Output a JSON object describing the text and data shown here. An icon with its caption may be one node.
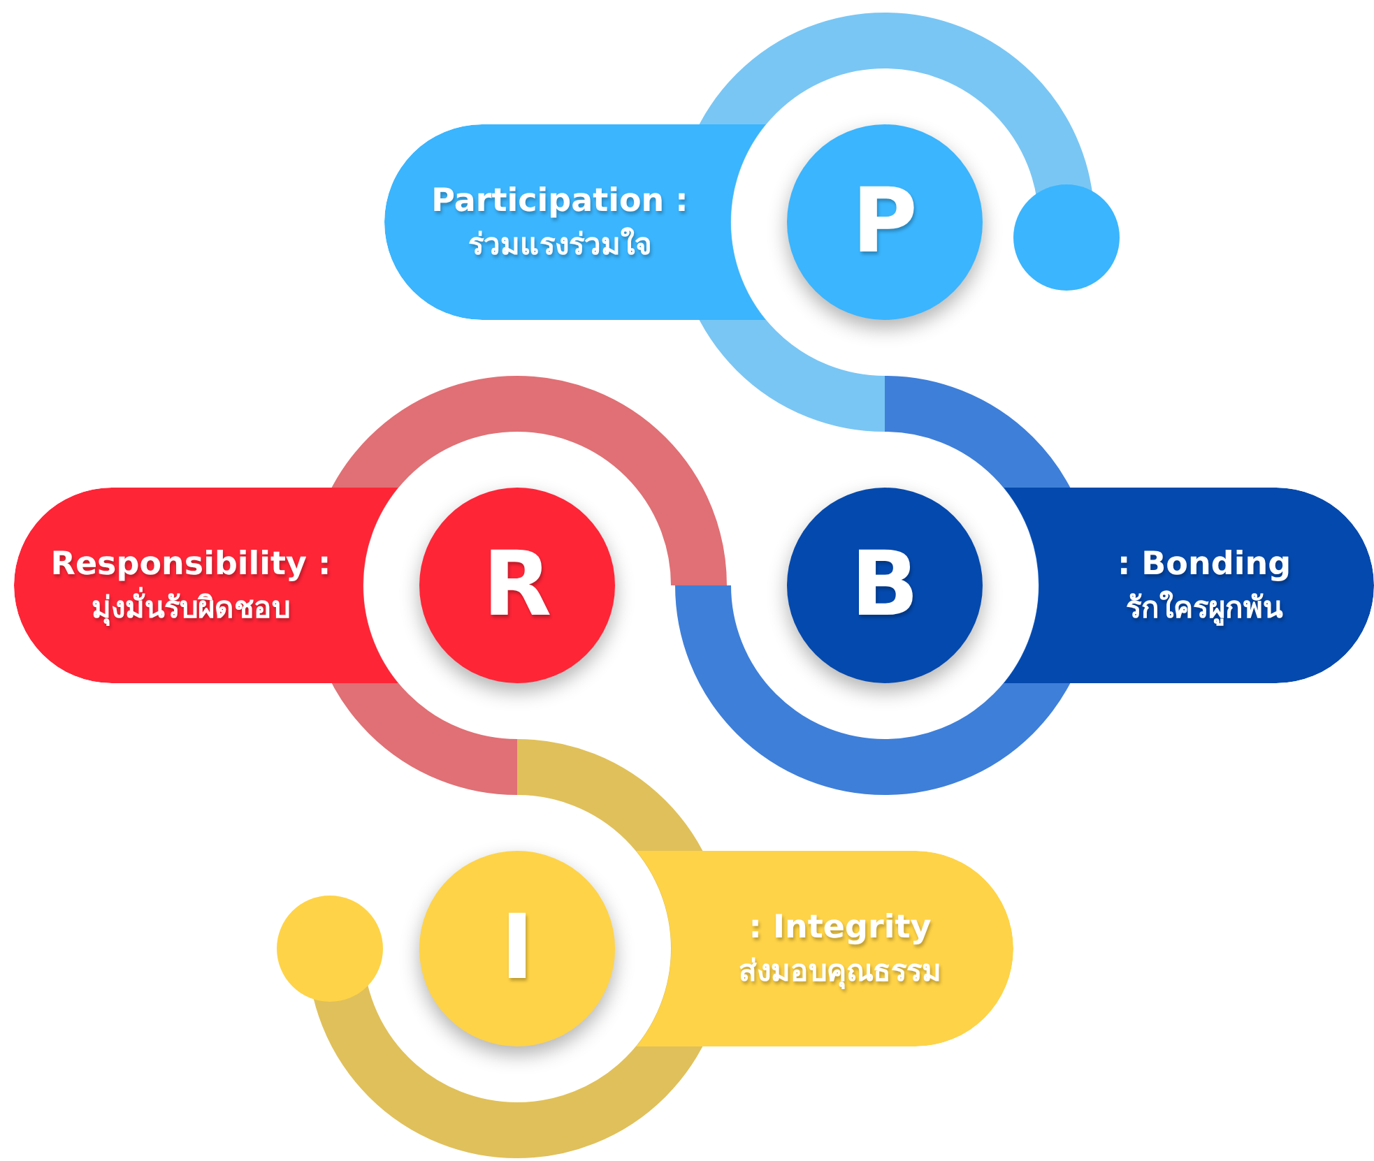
{
  "diagram": {
    "nodes": [
      {
        "text": [
          "Participation :",
          "ร่วมแรงร่วมใจ"
        ]
      },
      {
        "text": [
          "P"
        ]
      },
      {
        "text": [
          "Responsibility :",
          "มุ่งมั่นรับผิดชอบ"
        ]
      },
      {
        "text": [
          "R"
        ]
      },
      {
        "text": [
          "B"
        ]
      },
      {
        "text": [
          ": Bonding",
          "รักใครผูกพัน"
        ]
      },
      {
        "text": [
          "I"
        ]
      },
      {
        "text": [
          ": Integrity",
          "ส่งมอบคุณธรรม"
        ]
      }
    ]
  }
}
